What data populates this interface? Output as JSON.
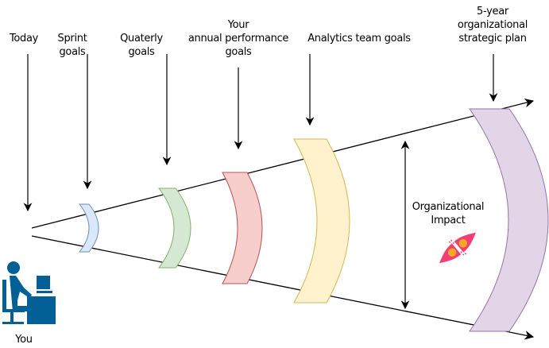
{
  "labels": {
    "today": "Today",
    "sprint": "Sprint\ngoals",
    "quarterly": "Quaterly\ngoals",
    "annual": "Your\nannual performance\ngoals",
    "analytics": "Analytics team goals",
    "strategic": "5-year\norganizational\nstrategic plan",
    "impact": "Organizational\nImpact",
    "you": "You"
  },
  "lenses": [
    {
      "name": "sprint-goals-lens",
      "fill": "#dae8fc",
      "stroke": "#6c8ebf"
    },
    {
      "name": "quarterly-goals-lens",
      "fill": "#d5e8d4",
      "stroke": "#82b366"
    },
    {
      "name": "annual-performance-goals-lens",
      "fill": "#f8cecc",
      "stroke": "#b85450"
    },
    {
      "name": "analytics-team-goals-lens",
      "fill": "#fff2cc",
      "stroke": "#d6b656"
    },
    {
      "name": "strategic-plan-lens",
      "fill": "#e1d5e7",
      "stroke": "#9673a6"
    }
  ],
  "colors": {
    "person_icon": "#036097",
    "impact_icon_body": "#f23f73",
    "impact_icon_core": "#f9a825",
    "line": "#000000"
  },
  "icons": {
    "person": "person-at-desk-icon",
    "impact": "colliding-particles-icon"
  }
}
